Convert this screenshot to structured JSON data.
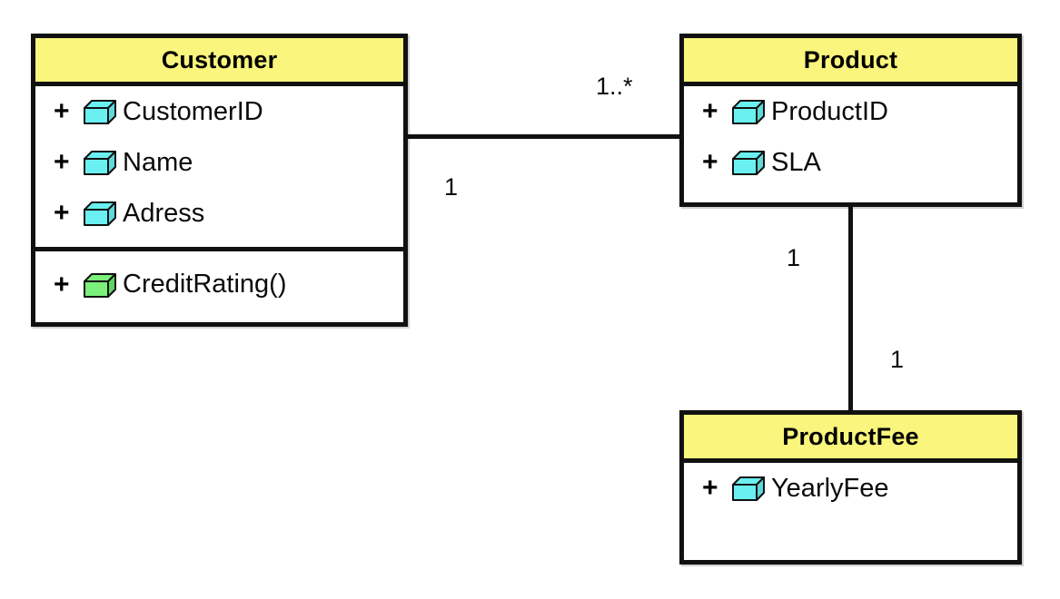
{
  "diagram": {
    "type": "uml-class-diagram",
    "background": "#ffffff",
    "header_color": "#faf57c",
    "attribute_icon_color": "#6af0f0",
    "operation_icon_color": "#6ee86e",
    "line_color": "#111111"
  },
  "classes": [
    {
      "id": "customer",
      "name": "Customer",
      "attributes": [
        {
          "visibility": "+",
          "icon": "cube-icon-attribute",
          "name": "CustomerID"
        },
        {
          "visibility": "+",
          "icon": "cube-icon-attribute",
          "name": "Name"
        },
        {
          "visibility": "+",
          "icon": "cube-icon-attribute",
          "name": "Adress"
        }
      ],
      "operations": [
        {
          "visibility": "+",
          "icon": "cube-icon-operation",
          "name": "CreditRating()"
        }
      ]
    },
    {
      "id": "product",
      "name": "Product",
      "attributes": [
        {
          "visibility": "+",
          "icon": "cube-icon-attribute",
          "name": "ProductID"
        },
        {
          "visibility": "+",
          "icon": "cube-icon-attribute",
          "name": "SLA"
        }
      ],
      "operations": []
    },
    {
      "id": "productfee",
      "name": "ProductFee",
      "attributes": [
        {
          "visibility": "+",
          "icon": "cube-icon-attribute",
          "name": "YearlyFee"
        }
      ],
      "operations": []
    }
  ],
  "associations": [
    {
      "id": "customer-product",
      "from": "Customer",
      "to": "Product",
      "orientation": "horizontal",
      "source_multiplicity": "1",
      "target_multiplicity": "1..*"
    },
    {
      "id": "product-productfee",
      "from": "Product",
      "to": "ProductFee",
      "orientation": "vertical",
      "source_multiplicity": "1",
      "target_multiplicity": "1"
    }
  ],
  "multiplicity_labels": {
    "customer_side": "1",
    "product_side": "1..*",
    "product_bottom": "1",
    "productfee_top": "1"
  }
}
